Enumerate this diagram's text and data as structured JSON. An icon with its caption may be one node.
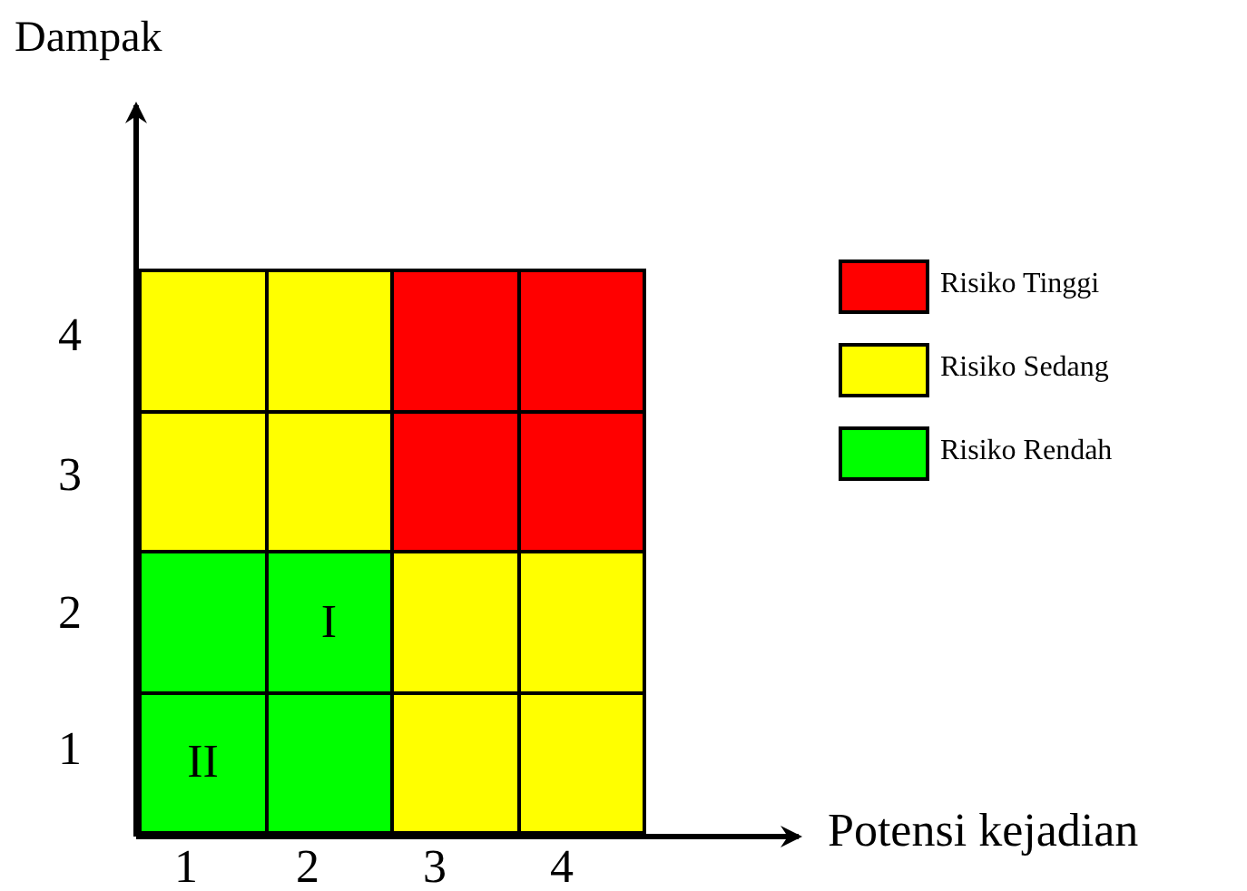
{
  "diagram": {
    "nodes": [
      {
        "text": [],
        "shape": "box"
      },
      {
        "text": [],
        "shape": "box"
      },
      {
        "text": [],
        "shape": "box"
      },
      {
        "text": [],
        "shape": "box"
      },
      {
        "text": [],
        "shape": "box"
      },
      {
        "text": [],
        "shape": "box"
      },
      {
        "text": [],
        "shape": "box"
      },
      {
        "text": [],
        "shape": "box"
      },
      {
        "text": [],
        "shape": "box"
      },
      {
        "text": [
          "I"
        ]
      },
      {
        "text": [],
        "shape": "box"
      },
      {
        "text": [],
        "shape": "box"
      },
      {
        "text": [
          "II"
        ]
      },
      {
        "text": [],
        "shape": "box"
      },
      {
        "text": [],
        "shape": "box"
      },
      {
        "text": [],
        "shape": "box"
      }
    ],
    "edges": [],
    "labels": [
      "Dampak",
      "4",
      "3",
      "2",
      "1",
      "1",
      "2",
      "3",
      "4",
      "Potensi kejadian"
    ],
    "legend": [
      {
        "text": "Risiko Tinggi",
        "color": "#ff0000"
      },
      {
        "text": "Risiko Sedang",
        "color": "#ffff00"
      },
      {
        "text": "Risiko Rendah",
        "color": "#00ff00"
      }
    ]
  }
}
